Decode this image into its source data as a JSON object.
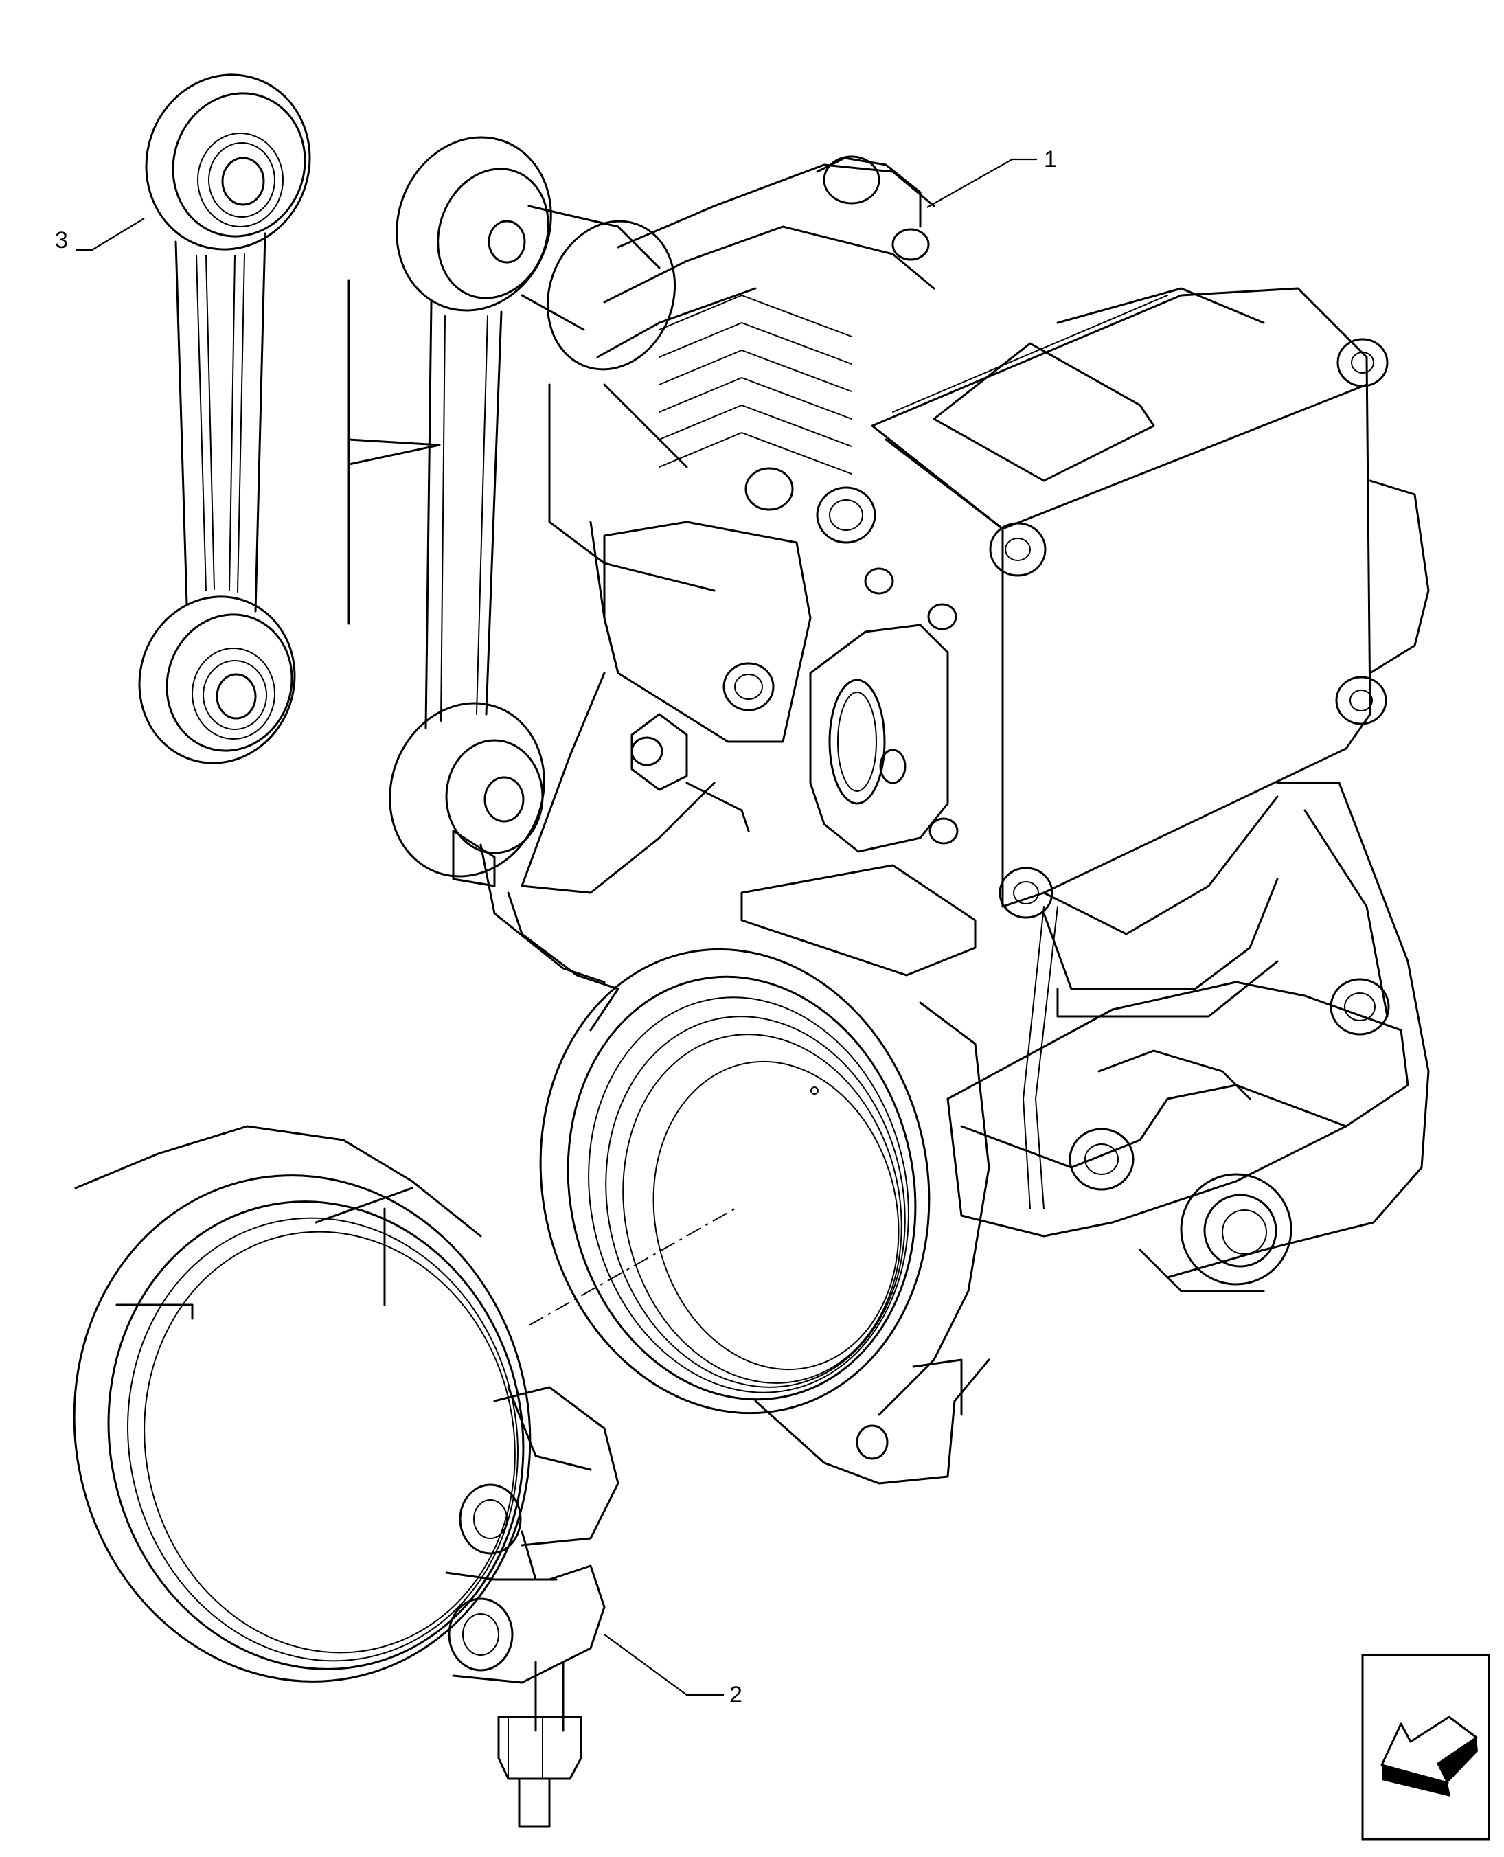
{
  "callouts": [
    {
      "id": "1",
      "label": "1"
    },
    {
      "id": "2",
      "label": "2"
    },
    {
      "id": "3",
      "label": "3"
    }
  ],
  "icons": {
    "nav": "arrow-back-icon"
  }
}
